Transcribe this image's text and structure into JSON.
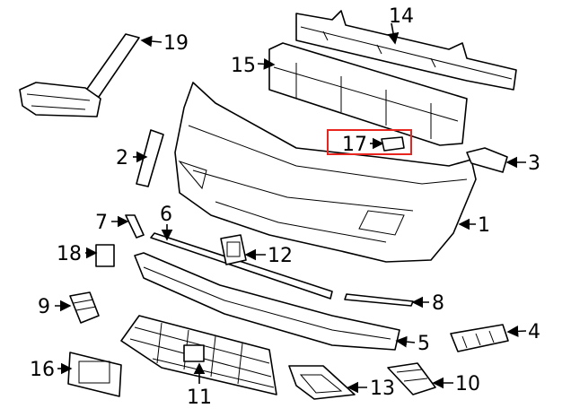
{
  "diagram": {
    "highlight_color": "#e8261f",
    "callouts": {
      "p1": "1",
      "p2": "2",
      "p3": "3",
      "p4": "4",
      "p5": "5",
      "p6": "6",
      "p7": "7",
      "p8": "8",
      "p9": "9",
      "p10": "10",
      "p11": "11",
      "p12": "12",
      "p13": "13",
      "p14": "14",
      "p15": "15",
      "p16": "16",
      "p17": "17",
      "p18": "18",
      "p19": "19"
    },
    "highlighted_part": "17"
  }
}
